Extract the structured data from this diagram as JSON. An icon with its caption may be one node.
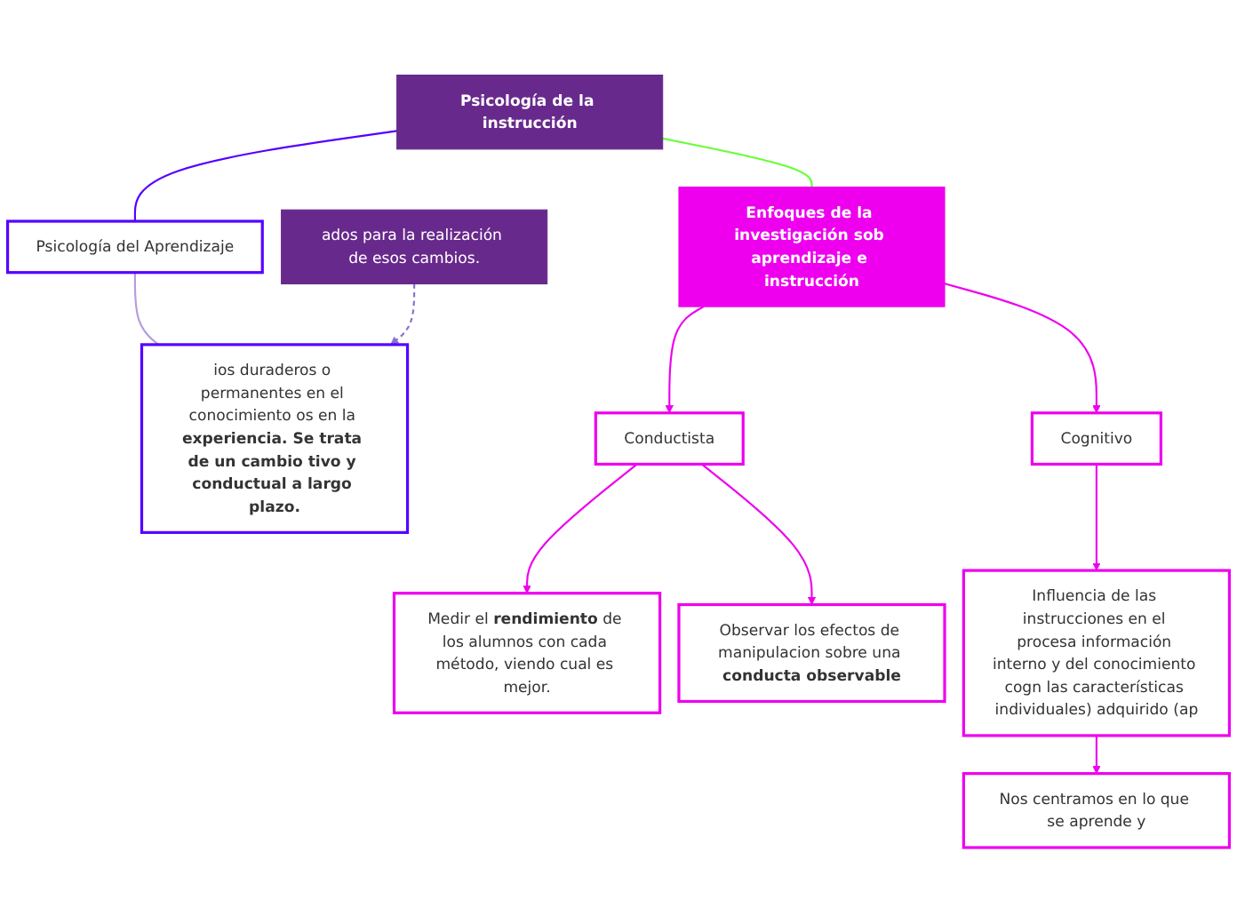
{
  "diagram": {
    "nodes": [
      {
        "text": [
          "Psicología de la instrucción"
        ]
      },
      {
        "text": [
          "Psicología del Aprendizaje"
        ]
      },
      {
        "text": [
          "ios duraderos o permanentes en el conocimiento os en la **experiencia. Se trata de un cambio tivo y conductual a largo plazo.**"
        ]
      },
      {
        "text": [
          "ados para la realización de esos cambios."
        ]
      },
      {
        "text": [
          "Enfoques de la investigación sob aprendizaje e instrucción"
        ]
      },
      {
        "text": [
          "Conductista"
        ]
      },
      {
        "text": [
          "Cognitivo"
        ]
      },
      {
        "text": [
          "Medir el **rendimiento** de los alumnos con cada método, viendo cual es mejor."
        ]
      },
      {
        "text": [
          "Observar los efectos de manipulacion sobre una **conducta observable**"
        ]
      },
      {
        "text": [
          "Influencia de las instrucciones en el procesa información interno y del conocimiento cogn las características individuales) adquirido (ap"
        ]
      },
      {
        "text": [
          "Nos centramos en lo que se aprende y"
        ]
      }
    ],
    "edges": [
      {
        "from": 0,
        "to": 1,
        "arrow": "none",
        "color": "#5500ff"
      },
      {
        "from": 1,
        "to": 2,
        "arrow": "none",
        "color": "#b39ddb"
      },
      {
        "from": 3,
        "to": 2,
        "arrow": "to",
        "style": "dashed",
        "color": "#8a6fd0"
      },
      {
        "from": 0,
        "to": 4,
        "arrow": "none",
        "color": "#66ff33"
      },
      {
        "from": 4,
        "to": 5,
        "arrow": "to"
      },
      {
        "from": 4,
        "to": 6,
        "arrow": "to"
      },
      {
        "from": 5,
        "to": 7,
        "arrow": "to"
      },
      {
        "from": 5,
        "to": 8,
        "arrow": "to"
      },
      {
        "from": 6,
        "to": 9,
        "arrow": "to"
      },
      {
        "from": 9,
        "to": 10,
        "arrow": "to"
      }
    ]
  }
}
